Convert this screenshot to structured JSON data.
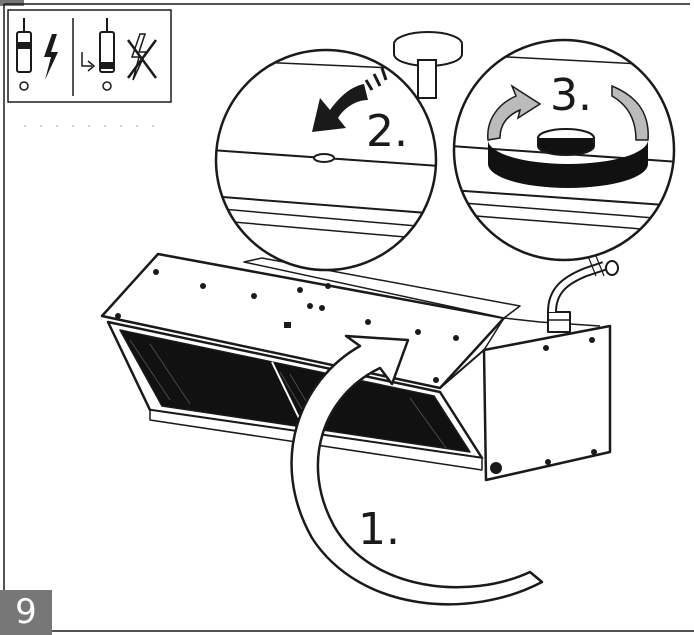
{
  "step_number": "9",
  "callouts": {
    "step1": "1.",
    "step2": "2.",
    "step3": "3."
  },
  "icons": {
    "power": "power-disconnect-icon",
    "no_power": "no-power-icon"
  },
  "colors": {
    "line": "#1a1a1a",
    "badge": "#777777",
    "grille": "#111111",
    "background": "#ffffff"
  }
}
